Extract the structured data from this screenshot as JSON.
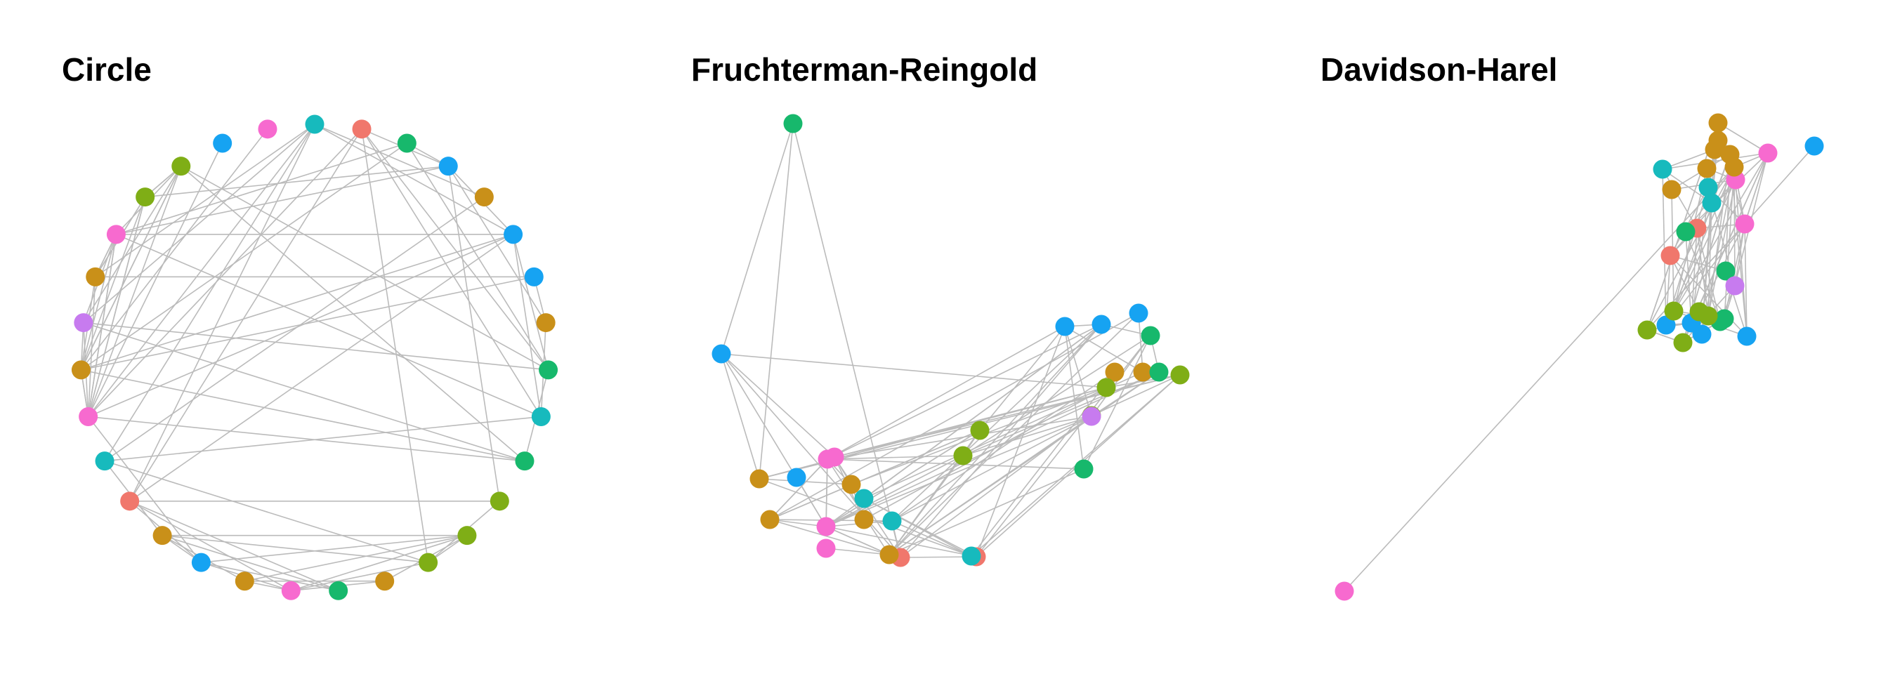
{
  "palette": {
    "red": "#F0776C",
    "gold": "#C99019",
    "olive": "#7FAE16",
    "green": "#17B86C",
    "teal": "#17BABD",
    "blue": "#16A3F2",
    "purple": "#C77BEF",
    "pink": "#F76ACF"
  },
  "edge_color": "#BBBBBB",
  "panels": [
    {
      "id": "circle",
      "title": "Circle"
    },
    {
      "id": "fruchterman-reingold",
      "title": "Fruchterman-Reingold"
    },
    {
      "id": "davidson-harel",
      "title": "Davidson-Harel"
    }
  ],
  "nodes": [
    "teal",
    "red",
    "green",
    "blue",
    "gold",
    "blue",
    "blue",
    "gold",
    "green",
    "teal",
    "green",
    "olive",
    "olive",
    "olive",
    "gold",
    "green",
    "pink",
    "gold",
    "blue",
    "gold",
    "red",
    "teal",
    "pink",
    "gold",
    "purple",
    "gold",
    "pink",
    "olive",
    "olive",
    "blue",
    "pink"
  ]
}
